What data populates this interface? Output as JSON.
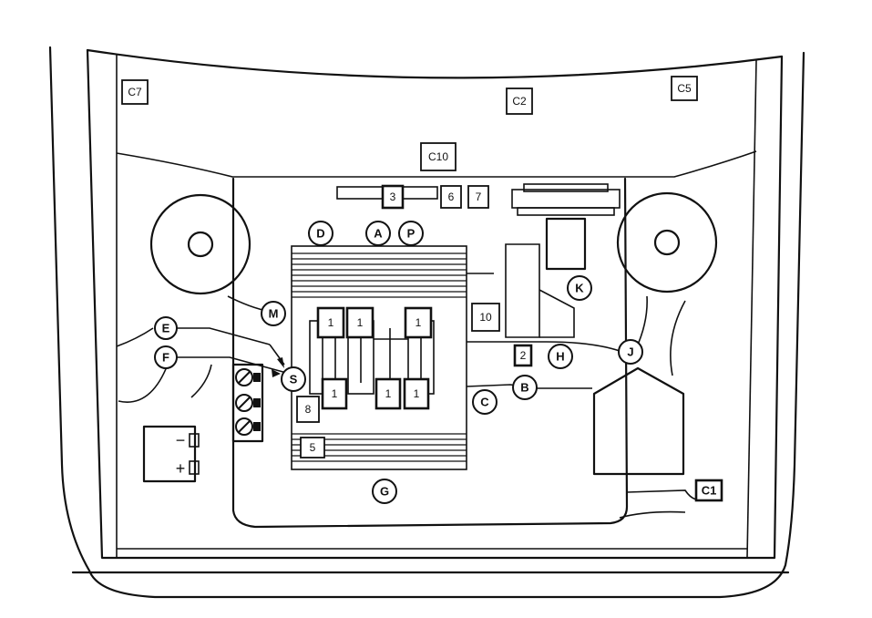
{
  "components": {
    "c7": "C7",
    "c2": "C2",
    "c5": "C5",
    "c10": "C10",
    "c1": "C1",
    "n3": "3",
    "n6": "6",
    "n7": "7",
    "n10": "10",
    "n2": "2",
    "n8": "8",
    "n5": "5",
    "relay_upper": [
      "1",
      "1",
      "1"
    ],
    "relay_lower": [
      "1",
      "1",
      "1"
    ]
  },
  "callouts": {
    "a": "A",
    "b": "B",
    "c": "C",
    "d": "D",
    "e": "E",
    "f": "F",
    "g": "G",
    "h": "H",
    "j": "J",
    "k": "K",
    "m": "M",
    "p": "P",
    "s": "S"
  },
  "battery": {
    "minus": "−",
    "plus": "+"
  }
}
